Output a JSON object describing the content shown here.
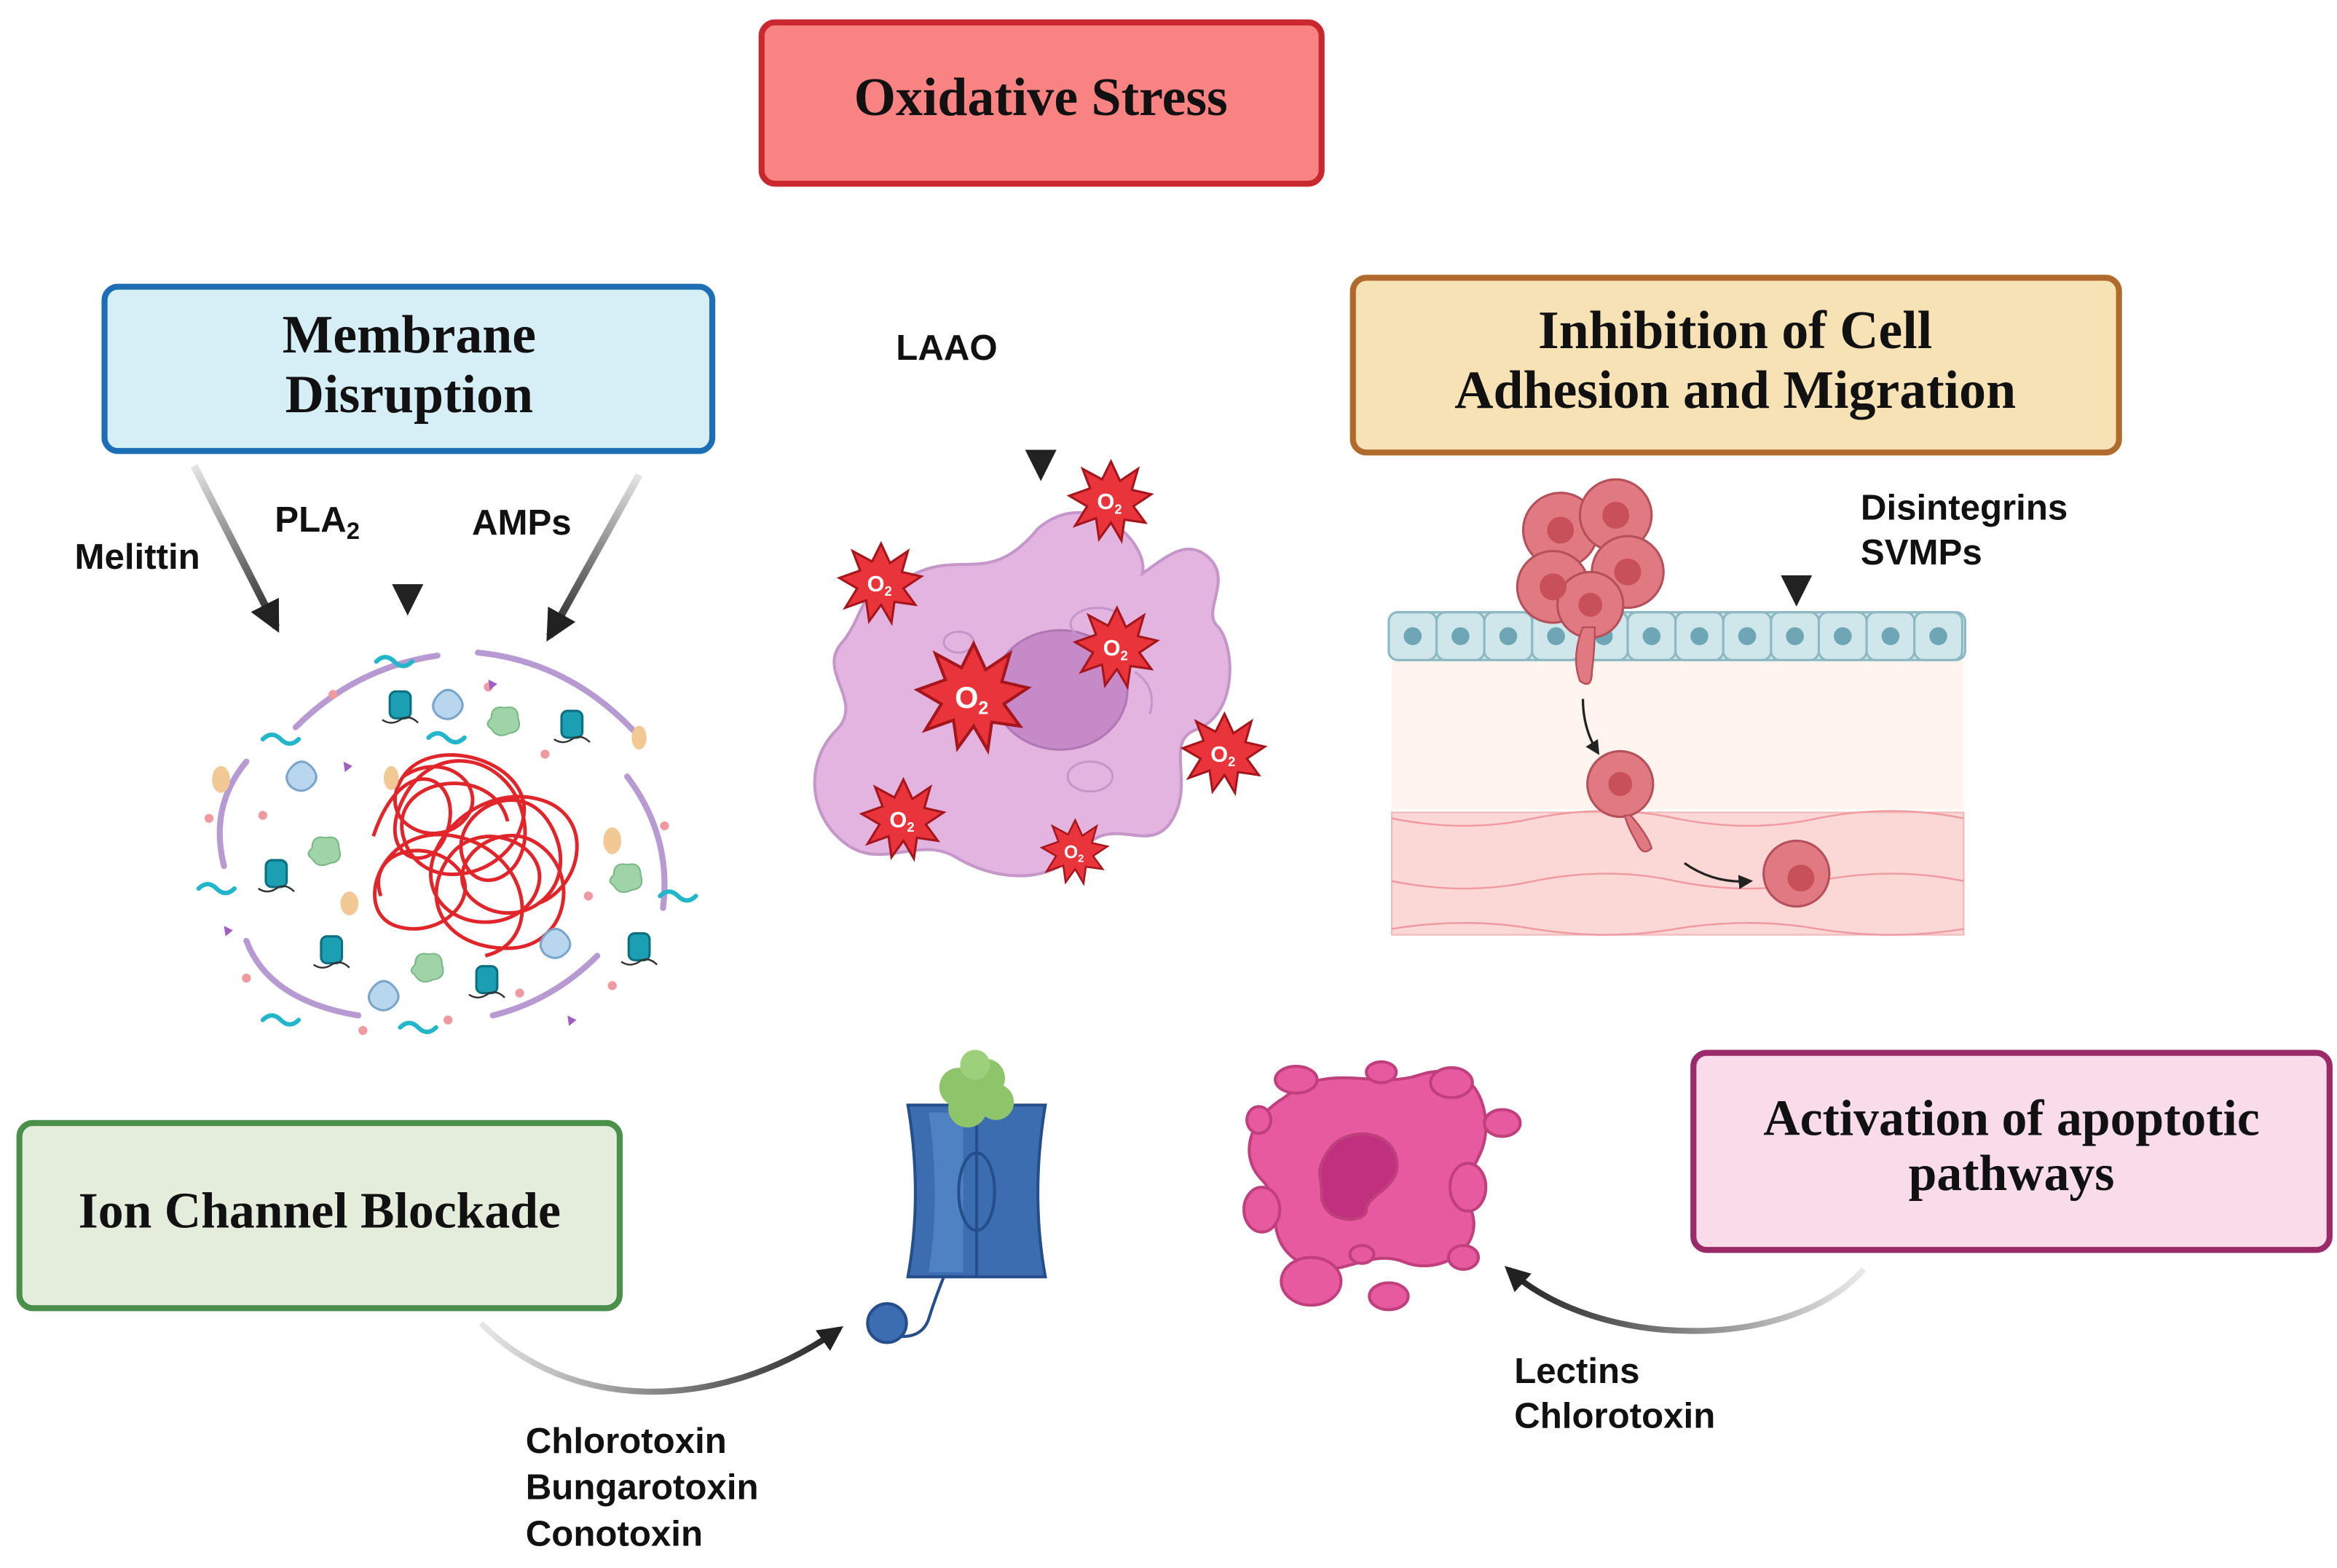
{
  "boxes": {
    "oxidative": {
      "title": "Oxidative Stress",
      "fill": "#f98383",
      "stroke": "#c9282e"
    },
    "membrane": {
      "line1": "Membrane",
      "line2": "Disruption",
      "fill": "#d6eef5",
      "stroke": "#1d6fb5"
    },
    "adhesion": {
      "line1": "Inhibition of Cell",
      "line2": "Adhesion and Migration",
      "fill": "#f7e2b6",
      "stroke": "#b06a2b"
    },
    "ion": {
      "title": "Ion Channel Blockade",
      "fill": "#e4eddb",
      "stroke": "#4a8f4a"
    },
    "apoptotic": {
      "line1": "Activation of apoptotic",
      "line2": "pathways",
      "fill": "#f8dcea",
      "stroke": "#9b2a6a"
    }
  },
  "labels": {
    "laao": "LAAO",
    "melittin": "Melittin",
    "pla2_base": "PLA",
    "pla2_sub": "2",
    "amps": "AMPs",
    "disintegrins": "Disintegrins",
    "svmps": "SVMPs",
    "ion_toxins": [
      "Chlorotoxin",
      "Bungarotoxin",
      "Conotoxin"
    ],
    "apoptosis_agents": [
      "Lectins",
      "Chlorotoxin"
    ]
  },
  "ros_badge": {
    "base": "O",
    "sub": "2"
  },
  "colors": {
    "arrow": "#222222",
    "ros_fill": "#e8343a",
    "cell_fill": "#e3b4e0",
    "nucleus_fill": "#c68ac9",
    "dna": "#e0262b",
    "tumor": "#e07a80",
    "endothelium": "#cfe6ea",
    "channel": "#3c6db0",
    "apoptotic_body": "#e85aa0"
  }
}
